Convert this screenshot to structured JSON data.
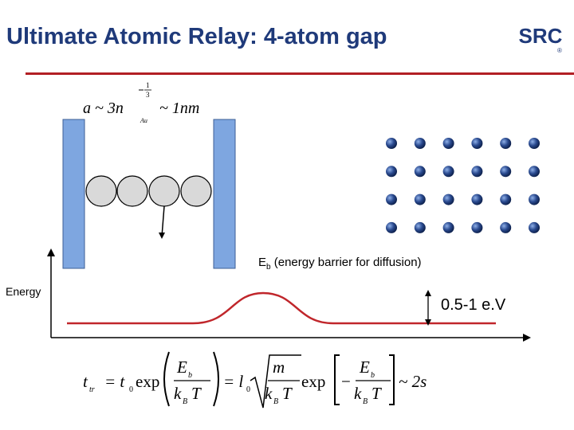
{
  "slide": {
    "title": "Ultimate Atomic Relay: 4-atom gap",
    "logo_text": "SRC",
    "logo_reg": "®"
  },
  "formula_top": {
    "lhs": "a ~ 3n",
    "exponent_num": "1",
    "exponent_den": "3",
    "subscript": "Au",
    "rhs": "~ 1nm"
  },
  "energy_diagram": {
    "y_axis_label": "Energy",
    "barrier_label_main": "E",
    "barrier_label_sub": "b",
    "barrier_label_rest": " (energy barrier for diffusion)",
    "barrier_height": "0.5-1 e.V"
  },
  "formula_bottom": {
    "t": "t",
    "t_sub": "tr",
    "eq1": "= t",
    "t0_sub": "0",
    "exp1": "exp",
    "Eb": "E",
    "Eb_sub": "b",
    "kBT": "k",
    "kB_sub": "B",
    "T": "T",
    "eq2": "= l",
    "l0_sub": "0",
    "m": "m",
    "exp2": "exp",
    "minus": "−",
    "approx": "~ 2s"
  },
  "colors": {
    "title": "#1f3a7a",
    "rule": "#b21f24",
    "electrode": "#7ea6e0",
    "atom_fill": "#d9d9d9",
    "lattice_atom": "#2a4a8f",
    "energy_curve": "#c0262b"
  },
  "lattice": {
    "rows": 4,
    "cols": 6
  }
}
